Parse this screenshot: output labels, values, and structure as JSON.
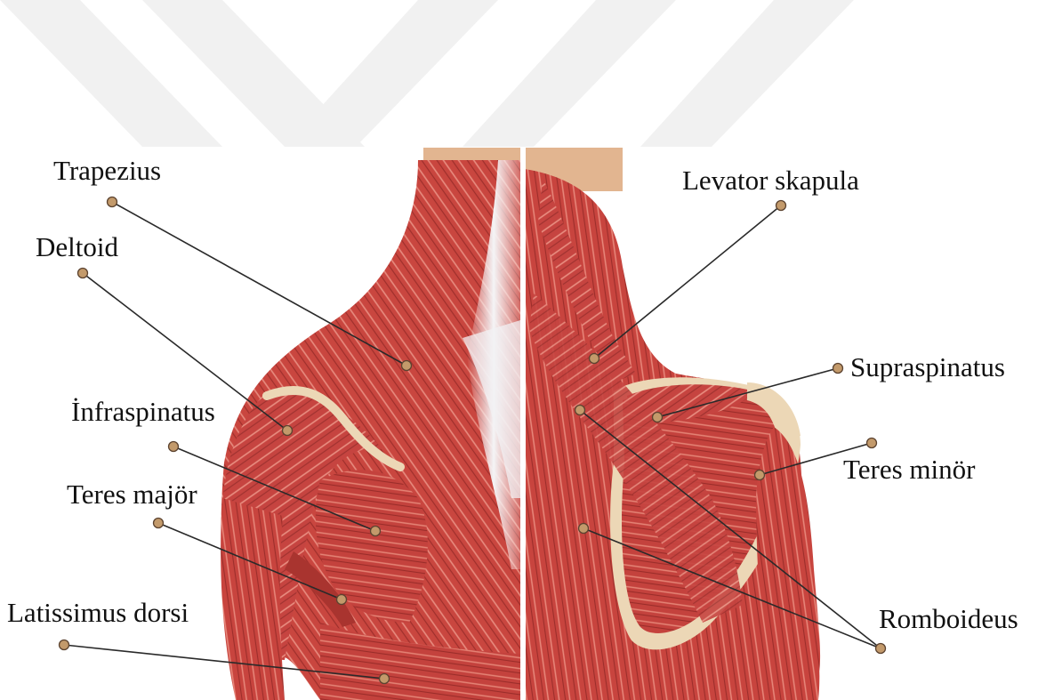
{
  "labels": {
    "trapezius": "Trapezius",
    "deltoid": "Deltoid",
    "infraspinatus": "İnfraspinatus",
    "teres_major": "Teres majör",
    "latissimus_dorsi": "Latissimus dorsi",
    "levator_scapula": "Levator skapula",
    "supraspinatus": "Supraspinatus",
    "teres_minor": "Teres minör",
    "romboideus": "Romboideus"
  },
  "colors": {
    "muscle": "#c9463f",
    "muscle_dark": "#9e2f2c",
    "muscle_light": "#e5857a",
    "tendon": "#eef0f2",
    "skin": "#e2b590",
    "bone": "#ecd7b6",
    "leader_line": "#2a2a2a",
    "marker_fill": "#c39a6b",
    "watermark": "#f1f1f1"
  }
}
